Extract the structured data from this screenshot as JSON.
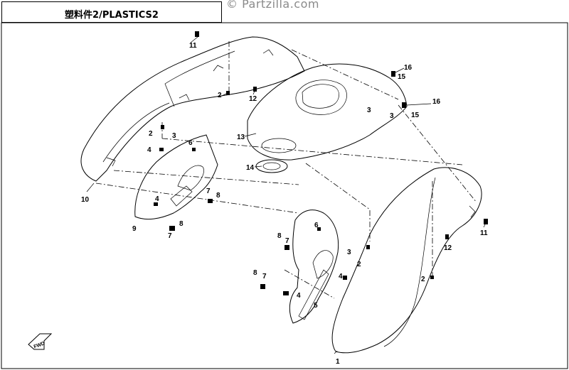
{
  "header": {
    "title": "塑料件2/PLASTICS2",
    "watermark": "© Partzilla.com"
  },
  "callouts": {
    "c1": "1",
    "c2a": "2",
    "c2b": "2",
    "c2c": "2",
    "c2d": "2",
    "c3a": "3",
    "c3b": "3",
    "c3c": "3",
    "c3d": "3",
    "c4a": "4",
    "c4b": "4",
    "c4c": "4",
    "c4d": "4",
    "c5": "5",
    "c6a": "6",
    "c6b": "6",
    "c7a": "7",
    "c7b": "7",
    "c7c": "7",
    "c7d": "7",
    "c8a": "8",
    "c8b": "8",
    "c8c": "8",
    "c8d": "8",
    "c9": "9",
    "c10": "10",
    "c11a": "11",
    "c11b": "11",
    "c12a": "12",
    "c12b": "12",
    "c13": "13",
    "c14": "14",
    "c15a": "15",
    "c15b": "15",
    "c16a": "16",
    "c16b": "16"
  },
  "fwd_label": "FWD"
}
